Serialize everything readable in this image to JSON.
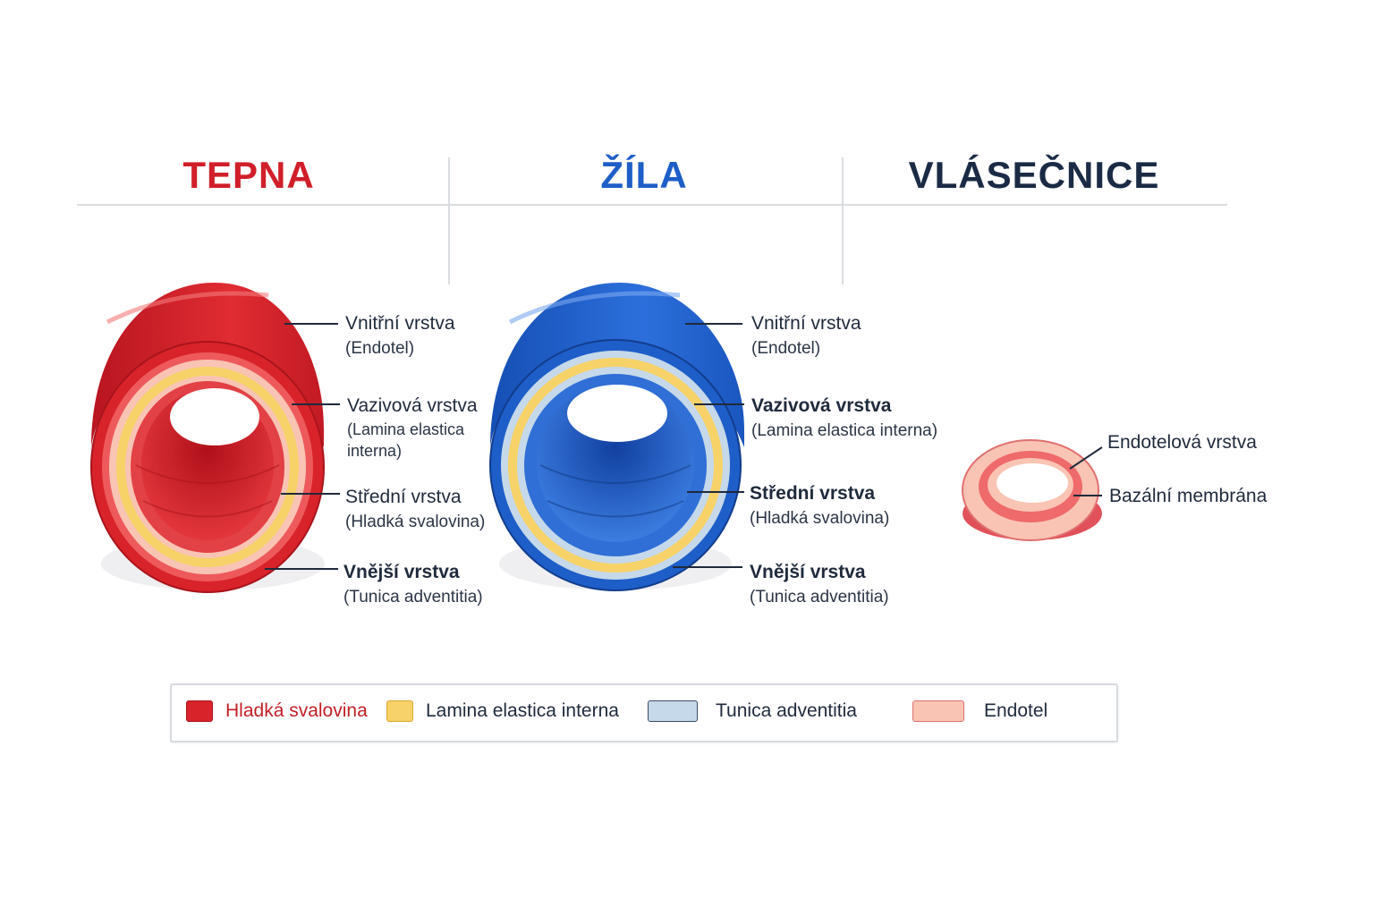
{
  "titles": {
    "artery": "TEPNA",
    "vein": "ŽÍLA",
    "capillary": "VLÁSEČNICE"
  },
  "artery_labels": [
    {
      "main": "Vnitřní vrstva",
      "sub": "(Endotel)"
    },
    {
      "main": "Vazivová vrstva",
      "sub": "(Lamina elastica interna)"
    },
    {
      "main": "Střední vrstva",
      "sub": "(Hladká svalovina)"
    },
    {
      "main": "Vnější vrstva",
      "sub": "(Tunica adventitia)"
    }
  ],
  "vein_labels": [
    {
      "main": "Vnitřní vrstva",
      "sub": "(Endotel)"
    },
    {
      "main": "Vazivová vrstva",
      "sub": "(Lamina elastica interna)"
    },
    {
      "main": "Střední vrstva",
      "sub": "(Hladká svalovina)"
    },
    {
      "main": "Vnější vrstva",
      "sub": "(Tunica adventitia)"
    }
  ],
  "capillary_labels": [
    {
      "main": "Endotelová vrstva"
    },
    {
      "main": "Bazální membrána"
    }
  ],
  "legend": [
    {
      "label": "Hladká svalovina",
      "color": "#d8232a",
      "text_color": "#c01f26"
    },
    {
      "label": "Lamina elastica interna",
      "color": "#f6d268"
    },
    {
      "label": "Tunica adventitia",
      "color": "#c6d9ea"
    },
    {
      "label": "Endotel",
      "color": "#f9c4b4"
    }
  ],
  "colors": {
    "artery": "#d8232a",
    "vein": "#1e5ec8",
    "capillary_title": "#1b2b45"
  }
}
